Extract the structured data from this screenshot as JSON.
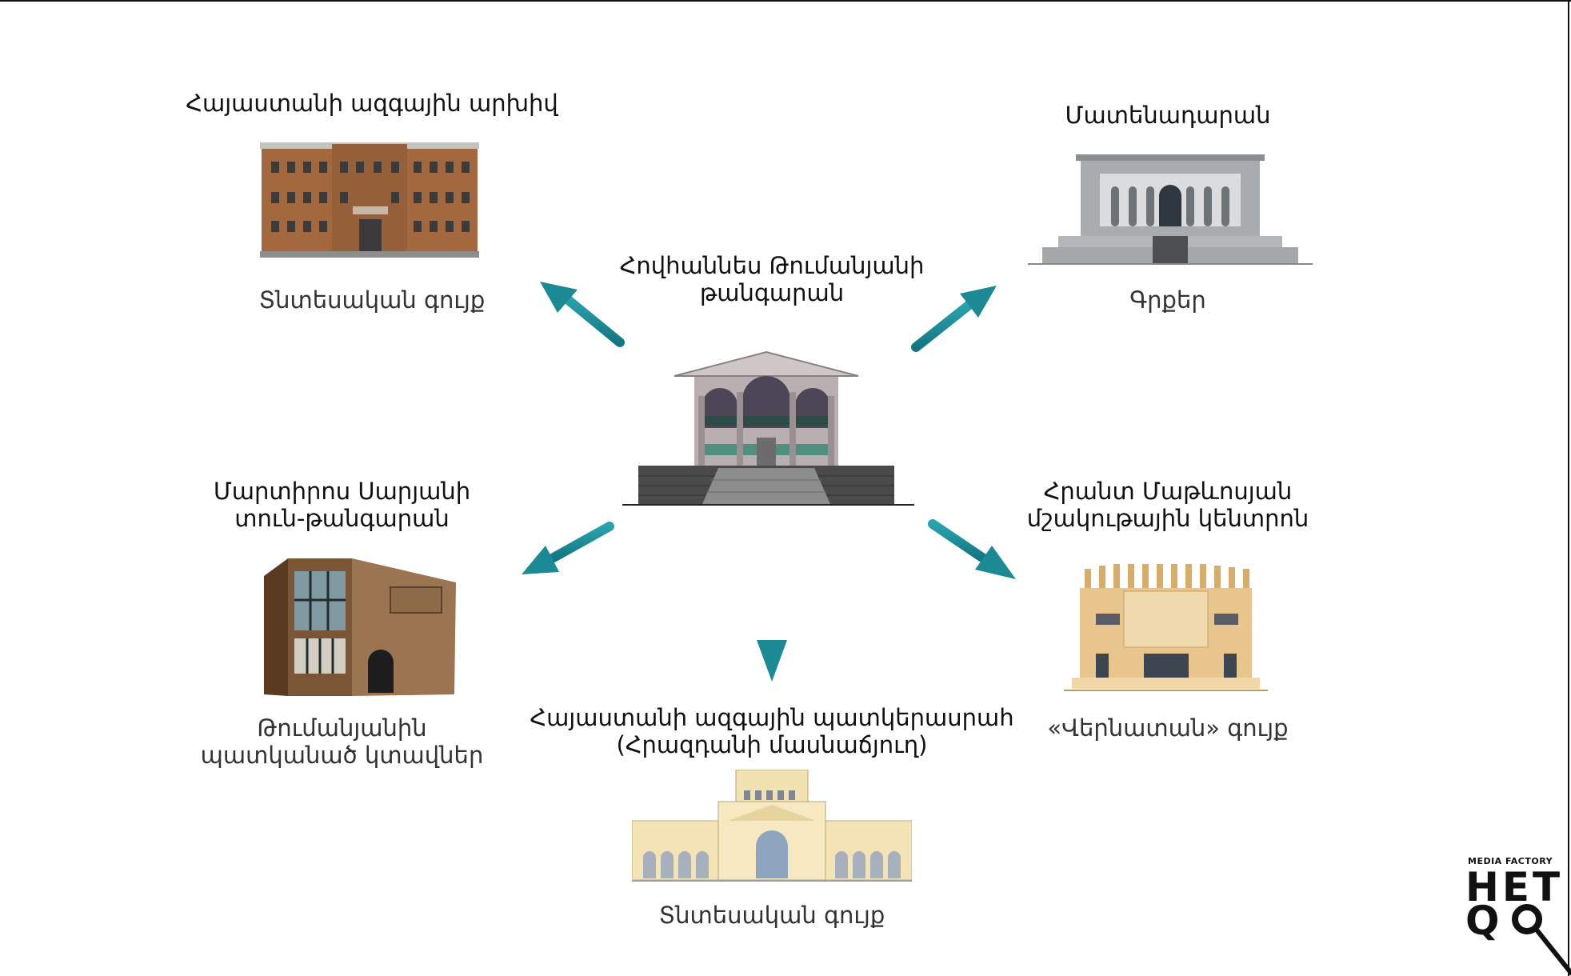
{
  "center": {
    "title": "Հովհաննես Թումանյանի\nթանգարան",
    "building_icon": "museum-building-arches-icon"
  },
  "nodes": {
    "archive": {
      "title": "Հայաստանի ազգային արխիվ",
      "caption": "Տնտեսական գույք",
      "building_icon": "brick-archive-building-icon"
    },
    "matenadaran": {
      "title": "Մատենադարան",
      "caption": "Գրքեր",
      "building_icon": "matenadaran-building-icon"
    },
    "saryan": {
      "title": "Մարտիրոս Սարյանի\nտուն-թանգարան",
      "caption": "Թումանյանին\nպատկանած կտավներ",
      "building_icon": "stone-house-museum-icon"
    },
    "mathevosyan": {
      "title": "Հրանտ Մաթևոսյան\nմշակութային կենտրոն",
      "caption": "«Վերնատան» գույք",
      "building_icon": "round-culture-center-icon"
    },
    "gallery": {
      "title": "Հայաստանի ազգային պատկերասրահ\n(Հրազդանի մասնաճյուղ)",
      "caption": "Տնտեսական գույք",
      "building_icon": "national-gallery-building-icon"
    }
  },
  "arrows": {
    "color": "#1b8a95",
    "icon": "arrow-icon"
  },
  "logo": {
    "small_text": "MEDIA FACTORY",
    "line1": "HET",
    "line2": "Q",
    "icon": "magnifier-icon"
  }
}
